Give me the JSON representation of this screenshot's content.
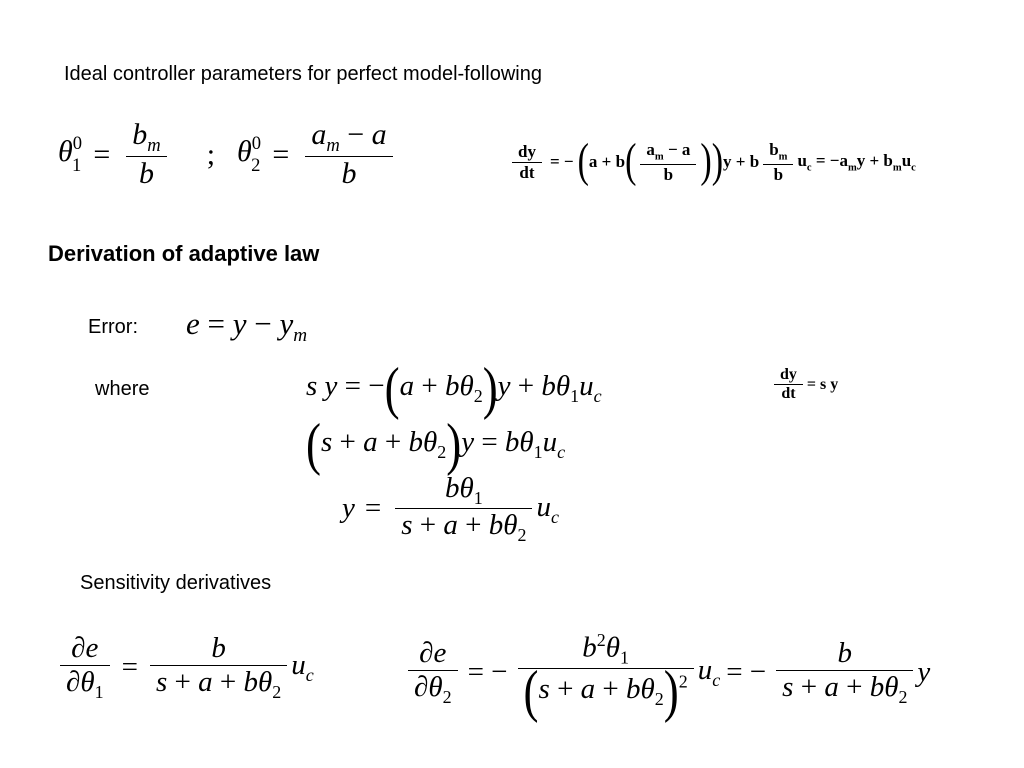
{
  "heading_ideal": "Ideal controller parameters for perfect model-following",
  "heading_derivation": "Derivation of adaptive law",
  "label_error": "Error:",
  "label_where": "where",
  "heading_sensitivity": "Sensitivity derivatives",
  "eq": {
    "theta": "θ",
    "eq": "=",
    "minus": "−",
    "plus": "+",
    "semicolon": ";",
    "partial": "∂"
  }
}
